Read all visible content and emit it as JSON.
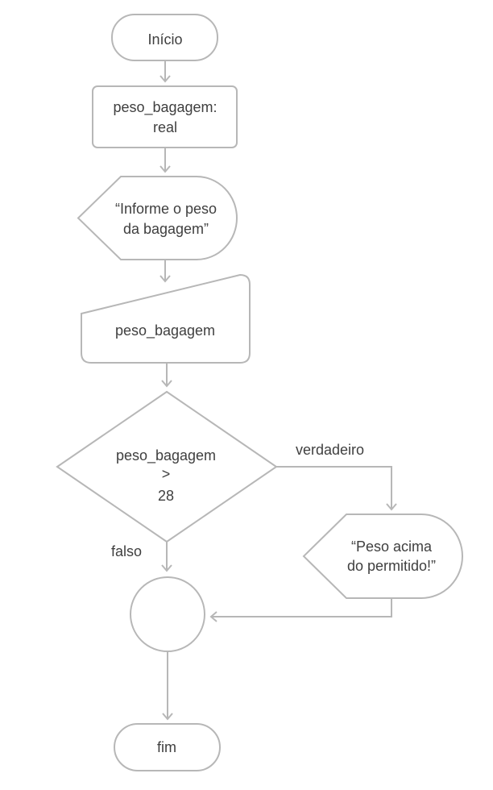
{
  "flowchart": {
    "start": "Início",
    "declare": [
      "peso_bagagem:",
      "real"
    ],
    "prompt": [
      "“Informe o peso",
      "da bagagem”"
    ],
    "input": "peso_bagagem",
    "decision": [
      "peso_bagagem",
      ">",
      "28"
    ],
    "true_label": "verdadeiro",
    "false_label": "falso",
    "output": [
      "“Peso acima",
      "do permitido!”"
    ],
    "end": "fim"
  }
}
